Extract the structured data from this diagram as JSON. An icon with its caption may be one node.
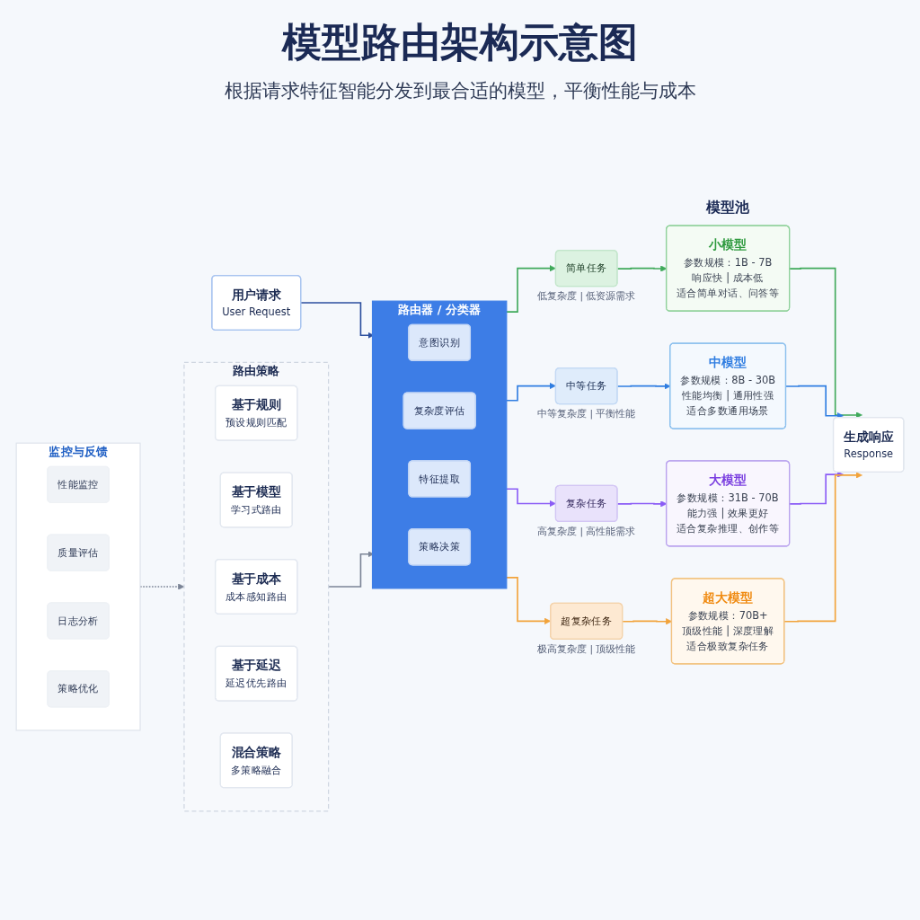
{
  "diagram": {
    "title": "模型路由架构示意图",
    "nodes": [
      {
        "text": [
          "用户请求",
          "User Request"
        ]
      },
      {
        "text": [
          "路由器 / 分类器"
        ]
      },
      {
        "text": [
          "意图识别"
        ],
        "in": 1
      },
      {
        "text": [
          "复杂度评估"
        ],
        "in": 1
      },
      {
        "text": [
          "特征提取"
        ],
        "in": 1
      },
      {
        "text": [
          "策略决策"
        ],
        "in": 1
      },
      {
        "text": [
          "简单任务"
        ],
        "beside": [
          "低复杂度 | 低资源需求"
        ]
      },
      {
        "text": [
          "中等任务"
        ],
        "beside": [
          "中等复杂度 | 平衡性能"
        ]
      },
      {
        "text": [
          "复杂任务"
        ],
        "beside": [
          "高复杂度 | 高性能需求"
        ]
      },
      {
        "text": [
          "超复杂任务"
        ],
        "beside": [
          "极高复杂度 | 顶级性能"
        ]
      },
      {
        "text": [
          "小模型",
          "参数规模：1B - 7B",
          "响应快 | 成本低",
          "适合简单对话、问答等"
        ]
      },
      {
        "text": [
          "中模型",
          "参数规模：8B - 30B",
          "性能均衡 | 通用性强",
          "适合多数通用场景"
        ]
      },
      {
        "text": [
          "大模型",
          "参数规模：31B - 70B",
          "能力强 | 效果更好",
          "适合复杂推理、创作等"
        ]
      },
      {
        "text": [
          "超大模型",
          "参数规模：70B+",
          "顶级性能 | 深度理解",
          "适合极致复杂任务"
        ]
      },
      {
        "text": [
          "生成响应",
          "Response"
        ]
      },
      {
        "text": [
          "路由策略"
        ]
      },
      {
        "text": [
          "基于规则",
          "预设规则匹配"
        ],
        "in": 15
      },
      {
        "text": [
          "基于模型",
          "学习式路由"
        ],
        "in": 15
      },
      {
        "text": [
          "基于成本",
          "成本感知路由"
        ],
        "in": 15
      },
      {
        "text": [
          "基于延迟",
          "延迟优先路由"
        ],
        "in": 15
      },
      {
        "text": [
          "混合策略",
          "多策略融合"
        ],
        "in": 15
      },
      {
        "text": [
          "监控与反馈"
        ]
      },
      {
        "text": [
          "性能监控"
        ],
        "in": 21
      },
      {
        "text": [
          "质量评估"
        ],
        "in": 21
      },
      {
        "text": [
          "日志分析"
        ],
        "in": 21
      },
      {
        "text": [
          "策略优化"
        ],
        "in": 21
      }
    ],
    "edges": [
      {
        "from": 0,
        "to": 1,
        "arrow": "to",
        "color": "#2c4f9e"
      },
      {
        "from": 1,
        "to": 6,
        "arrow": "to",
        "color": "#3fa95a"
      },
      {
        "from": 1,
        "to": 7,
        "arrow": "to",
        "color": "#2f7de1"
      },
      {
        "from": 1,
        "to": 8,
        "arrow": "to",
        "color": "#8b5cf6"
      },
      {
        "from": 1,
        "to": 9,
        "arrow": "to",
        "color": "#f2a33a"
      },
      {
        "from": 6,
        "to": 10,
        "arrow": "to",
        "color": "#3fa95a"
      },
      {
        "from": 7,
        "to": 11,
        "arrow": "to",
        "color": "#2f7de1"
      },
      {
        "from": 8,
        "to": 12,
        "arrow": "to",
        "color": "#8b5cf6"
      },
      {
        "from": 9,
        "to": 13,
        "arrow": "to",
        "color": "#f2a33a"
      },
      {
        "from": 10,
        "to": 14,
        "arrow": "to",
        "color": "#3fa95a"
      },
      {
        "from": 11,
        "to": 14,
        "arrow": "to",
        "color": "#2f7de1"
      },
      {
        "from": 12,
        "to": 14,
        "arrow": "to",
        "color": "#8b5cf6"
      },
      {
        "from": 13,
        "to": 14,
        "arrow": "to",
        "color": "#f2a33a"
      },
      {
        "from": 15,
        "to": 1,
        "arrow": "to",
        "color": "#7b8496"
      },
      {
        "from": 21,
        "to": 15,
        "arrow": "to",
        "style": "dashed",
        "color": "#7b8496"
      }
    ],
    "labels": [
      "根据请求特征智能分发到最合适的模型，平衡性能与成本",
      "模型池"
    ]
  }
}
